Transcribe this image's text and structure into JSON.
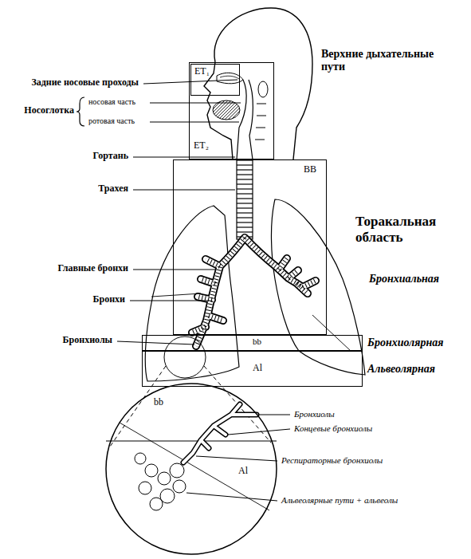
{
  "diagram": {
    "nodes": [
      {
        "text": [
          "ET₂"
        ]
      },
      {
        "text": [
          "ET₁"
        ],
        "in": 0
      },
      {
        "text": [
          "BB"
        ]
      },
      {
        "text": [
          "bb"
        ]
      },
      {
        "text": [
          "Al"
        ]
      },
      {
        "text": [
          "bb",
          "Al"
        ]
      }
    ],
    "labels": [
      "Верхние дыхательные пути",
      "Задние носовые проходы",
      "Носоглотка",
      "носовая часть",
      "ротовая часть",
      "Гортань",
      "Трахея",
      "Торакальная область",
      "Главные бронхи",
      "Бронхиальная",
      "Бронхи",
      "Бронхиолы",
      "Бронхиолярная",
      "Альвеолярная",
      "Бронхиолы",
      "Концевые бронхиолы",
      "Респираторные бронхиолы",
      "Альвеолярные пути + альвеолы"
    ]
  }
}
